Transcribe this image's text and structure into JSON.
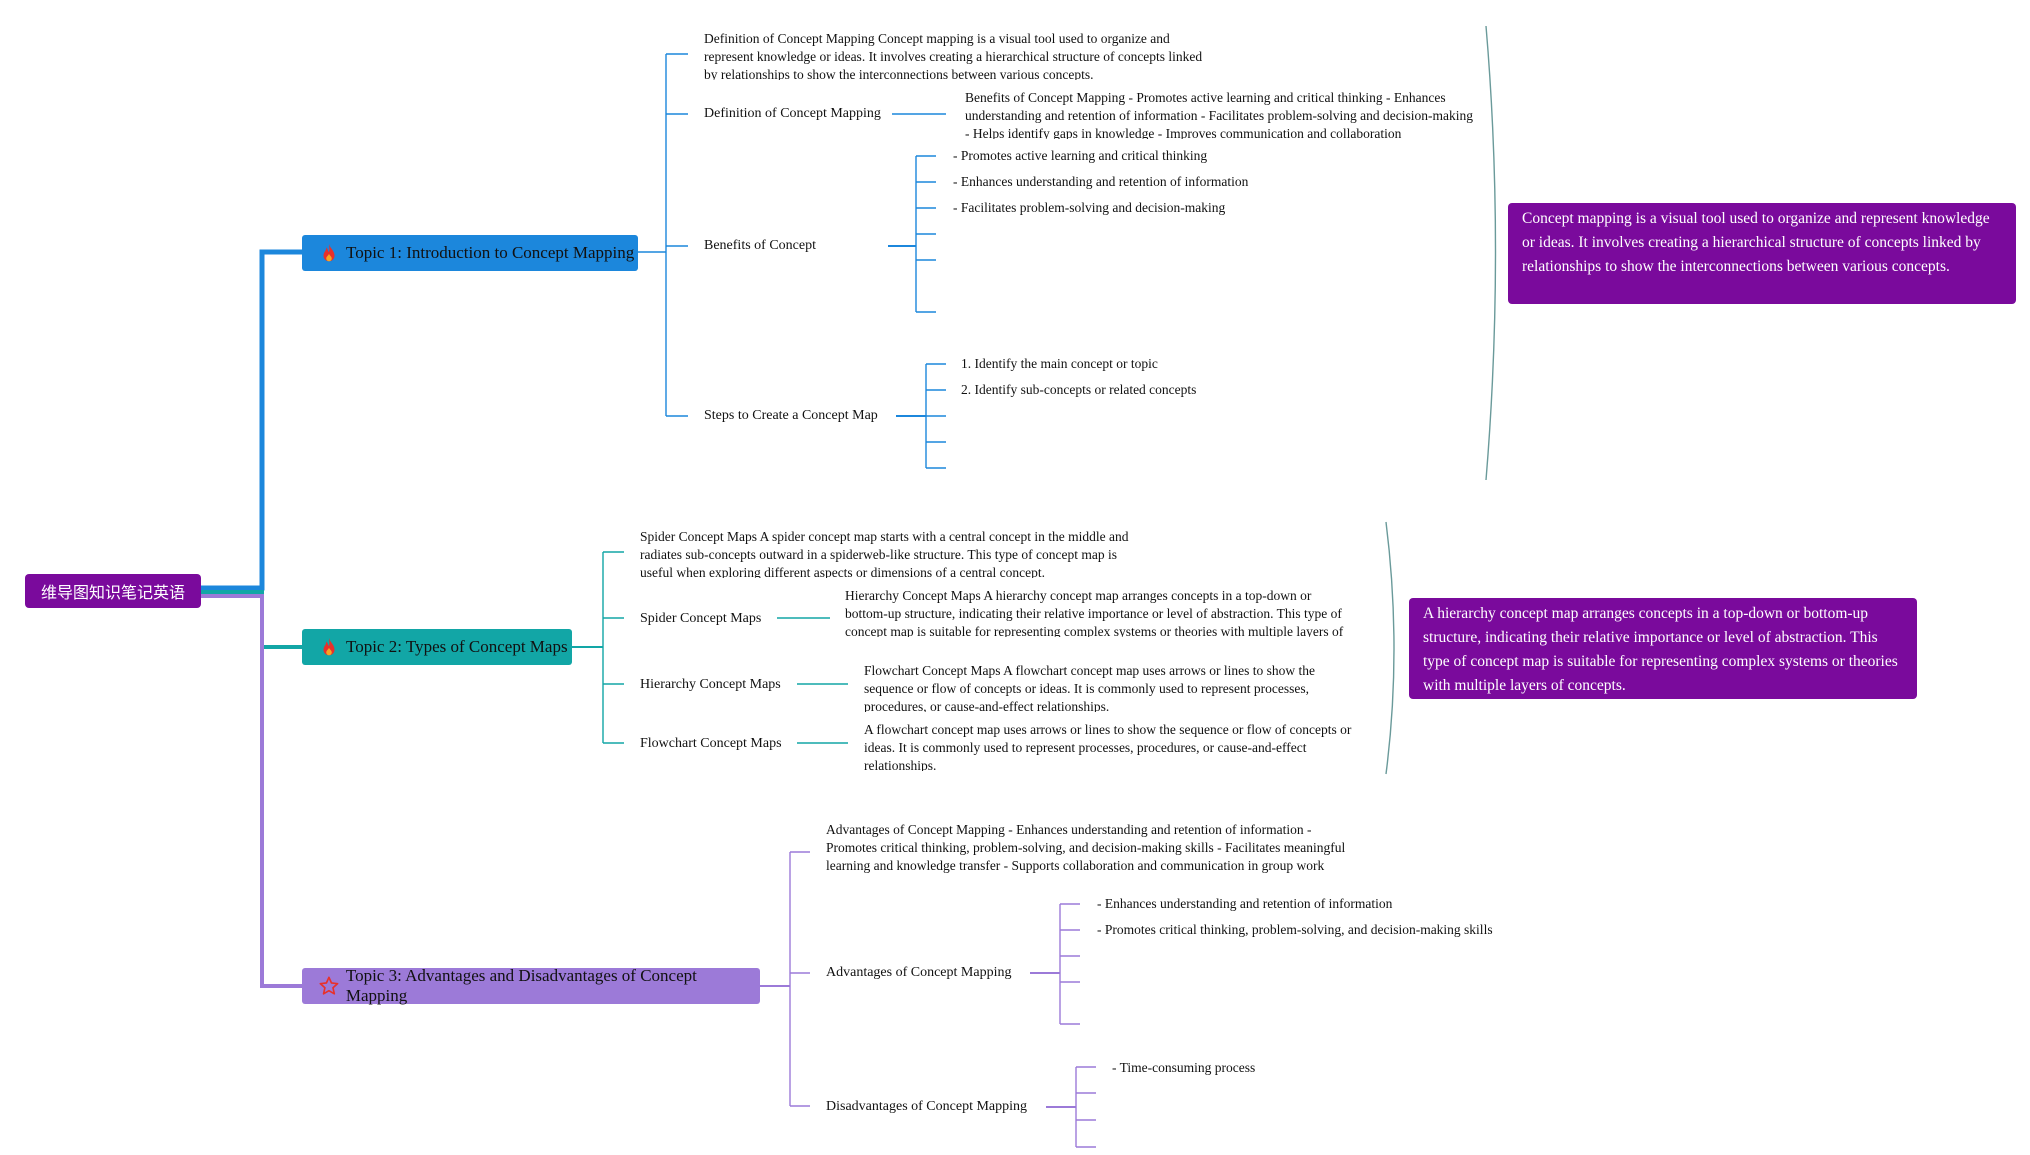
{
  "root": {
    "label": "维导图知识笔记英语"
  },
  "topics": [
    {
      "label": "Topic 1: Introduction to Concept Mapping",
      "icon": "flame-icon",
      "color": "#1c87dc",
      "note": "Definition of Concept Mapping Concept mapping is a visual tool used to organize and represent knowledge or ideas. It involves creating a hierarchical structure of concepts linked by relationships to show the interconnections between various concepts.",
      "subs": [
        {
          "label": "Definition of Concept Mapping",
          "note": "Benefits of Concept Mapping - Promotes active learning and critical thinking - Enhances understanding and retention of information - Facilitates problem-solving and decision-making - Helps identify gaps in knowledge - Improves communication and collaboration"
        },
        {
          "label": "Benefits of Concept",
          "leaves": [
            "- Promotes active learning and critical thinking",
            "- Enhances understanding and retention of information",
            "- Facilitates problem-solving and decision-making"
          ]
        },
        {
          "label": "Steps to Create a Concept Map",
          "leaves": [
            "1. Identify the main concept or topic",
            "2. Identify sub-concepts or related concepts"
          ]
        }
      ],
      "callout": "Concept mapping is a visual tool used to organize and represent knowledge or ideas. It involves creating a hierarchical structure of concepts linked by relationships to show the interconnections between various concepts."
    },
    {
      "label": "Topic 2: Types of Concept Maps",
      "icon": "flame-icon",
      "color": "#12a6a6",
      "note": "Spider Concept Maps A spider concept map starts with a central concept in the middle and radiates sub-concepts outward in a spiderweb-like structure. This type of concept map is useful when exploring different aspects or dimensions of a central concept.",
      "subs": [
        {
          "label": "Spider Concept Maps",
          "note": "Hierarchy Concept Maps A hierarchy concept map arranges concepts in a top-down or bottom-up structure, indicating their relative importance or level of abstraction. This type of concept map is suitable for representing complex systems or theories with multiple layers of concepts."
        },
        {
          "label": "Hierarchy Concept Maps",
          "note": "Flowchart Concept Maps A flowchart concept map uses arrows or lines to show the sequence or flow of concepts or ideas. It is commonly used to represent processes, procedures, or cause-and-effect relationships."
        },
        {
          "label": "Flowchart Concept Maps",
          "note": "A flowchart concept map uses arrows or lines to show the sequence or flow of concepts or ideas. It is commonly used to represent processes, procedures, or cause-and-effect relationships."
        }
      ],
      "callout": "A hierarchy concept map arranges concepts in a top-down or bottom-up structure, indicating their relative importance or level of abstraction. This type of concept map is suitable for representing complex systems or theories with multiple layers of concepts."
    },
    {
      "label": "Topic 3: Advantages and Disadvantages of Concept Mapping",
      "icon": "star-icon",
      "color": "#9c7ad8",
      "note": "Advantages of Concept Mapping - Enhances understanding and retention of information - Promotes critical thinking, problem-solving, and decision-making skills - Facilitates meaningful learning and knowledge transfer - Supports collaboration and communication in group work",
      "subs": [
        {
          "label": "Advantages of Concept Mapping",
          "leaves": [
            "- Enhances understanding and retention of information",
            "- Promotes critical thinking, problem-solving, and decision-making skills"
          ]
        },
        {
          "label": "Disadvantages of Concept Mapping",
          "leaves": [
            "- Time-consuming process"
          ]
        }
      ]
    }
  ]
}
